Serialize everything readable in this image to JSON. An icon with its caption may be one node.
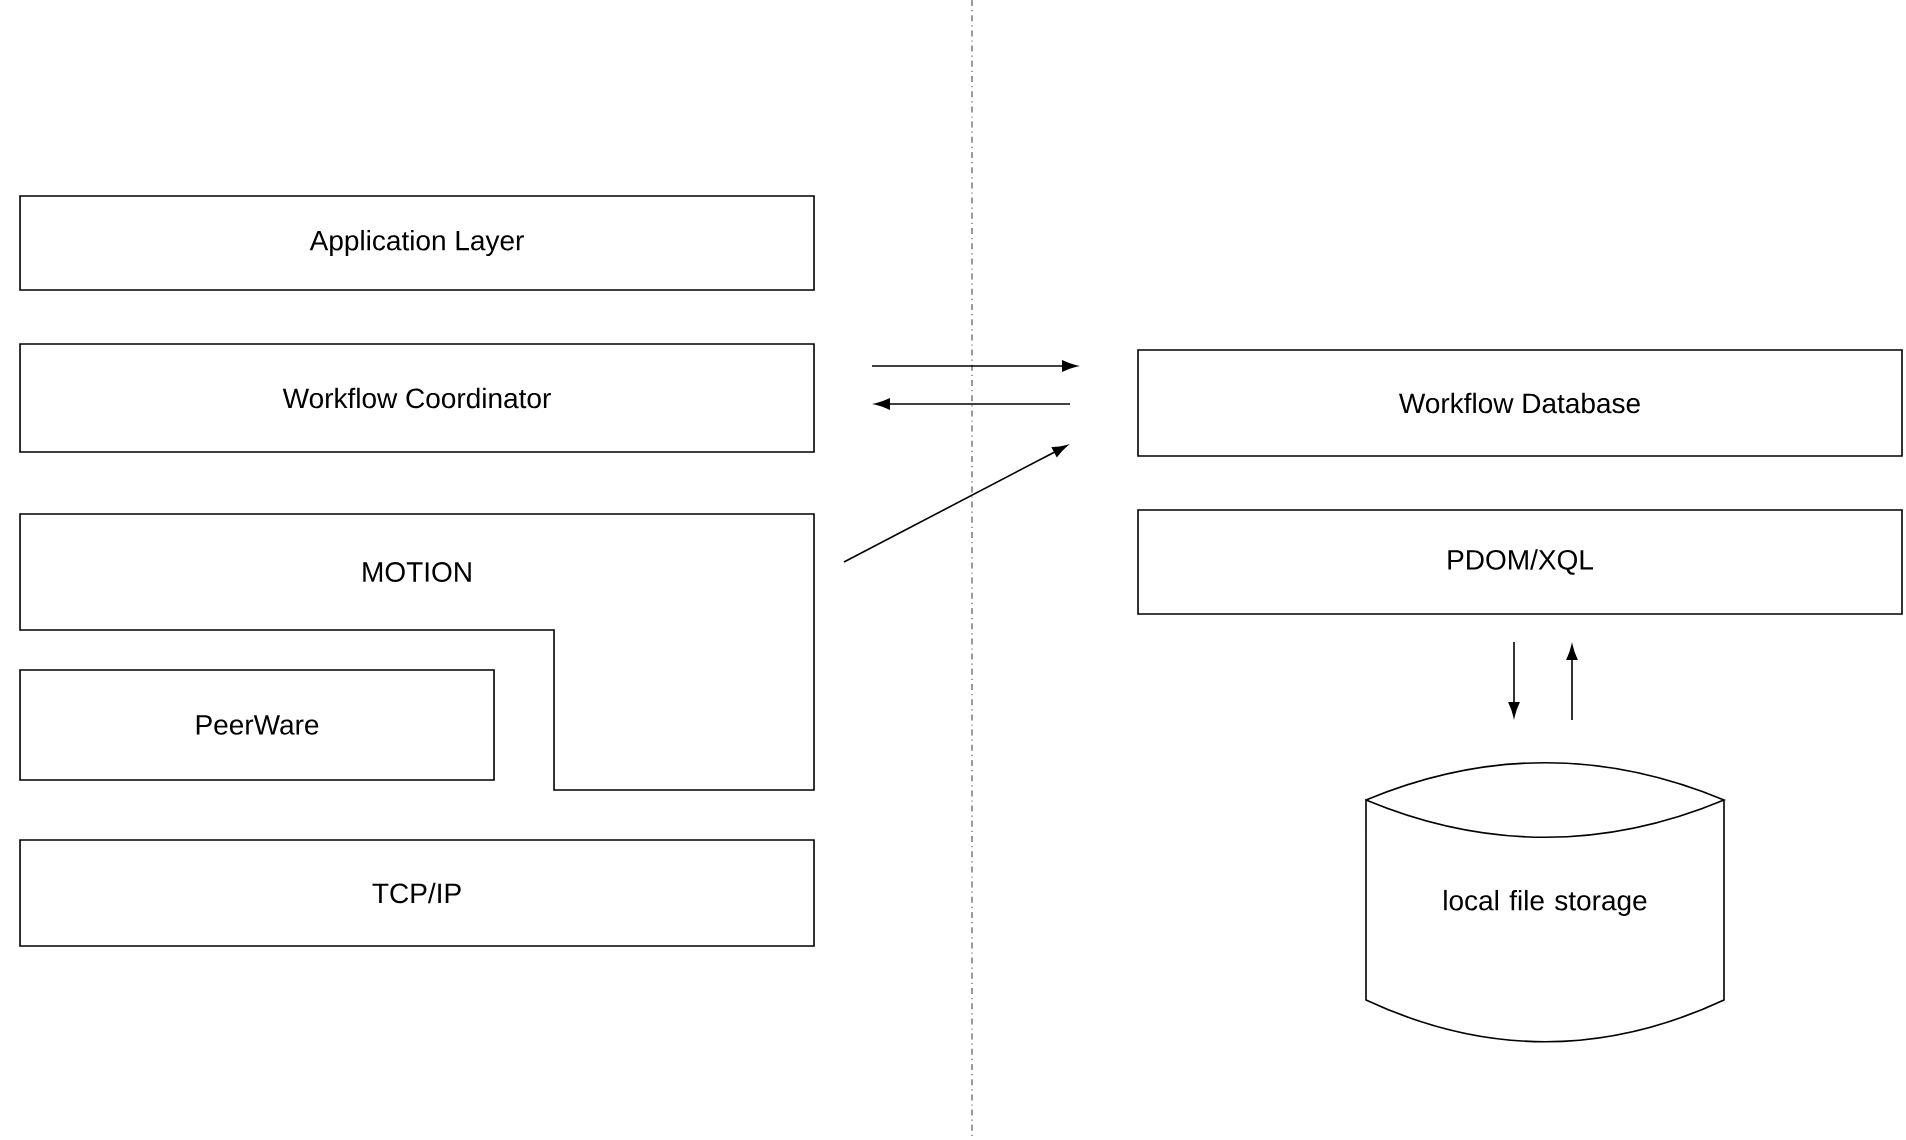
{
  "diagram": {
    "nodes": [
      {
        "text": [
          "Application Layer"
        ]
      },
      {
        "text": [
          "Workflow Coordinator"
        ]
      },
      {
        "text": [
          "MOTION"
        ]
      },
      {
        "text": [
          "PeerWare"
        ]
      },
      {
        "text": [
          "TCP/IP"
        ]
      },
      {
        "text": [
          "Workflow Database"
        ]
      },
      {
        "text": [
          "PDOM/XQL"
        ]
      },
      {
        "text": [
          "local file storage"
        ]
      }
    ],
    "edges": [
      {
        "from": 1,
        "to": 5,
        "arrow": "to"
      },
      {
        "from": 5,
        "to": 1,
        "arrow": "to"
      },
      {
        "from": 2,
        "to": 5,
        "arrow": "to"
      },
      {
        "from": 6,
        "to": 7,
        "arrow": "to"
      },
      {
        "from": 7,
        "to": 6,
        "arrow": "to"
      }
    ]
  }
}
